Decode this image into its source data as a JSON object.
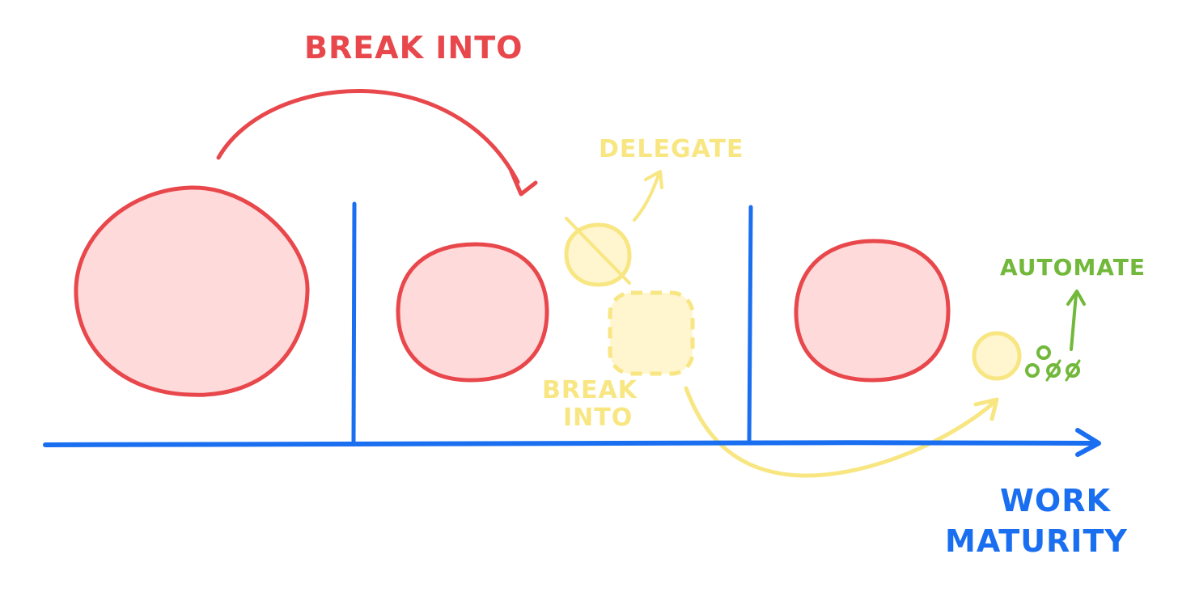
{
  "labels": {
    "break_into_top": "BREAK INTO",
    "delegate": "DELEGATE",
    "break_into_small_line1": "BREAK",
    "break_into_small_line2": "INTO",
    "automate": "AUTOMATE",
    "axis_line1": "WORK",
    "axis_line2": "MATURITY"
  },
  "colors": {
    "red": "#e8484c",
    "red_fill": "#ffdada",
    "yellow": "#f8e682",
    "yellow_fill": "#fff6cf",
    "green": "#72b83a",
    "blue": "#1a6ef0"
  }
}
